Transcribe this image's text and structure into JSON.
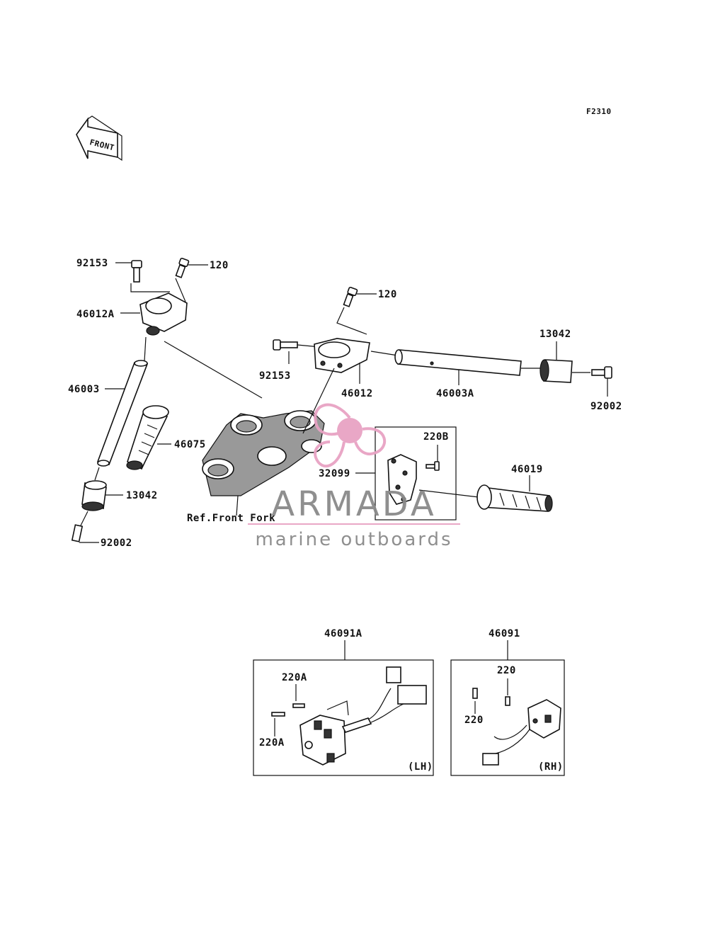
{
  "figure_code": "F2310",
  "front_arrow": "FRONT",
  "labels": {
    "l92153a": "92153",
    "l120a": "120",
    "l46012A": "46012A",
    "l120b": "120",
    "l46003": "46003",
    "l46075": "46075",
    "l13042a": "13042",
    "l92002a": "92002",
    "refFrontFork": "Ref.Front Fork",
    "l92153b": "92153",
    "l46012": "46012",
    "l46003A": "46003A",
    "l13042b": "13042",
    "l92002b": "92002",
    "l220B": "220B",
    "l32099": "32099",
    "l46019": "46019",
    "l46091A": "46091A",
    "l46091": "46091",
    "l220A_1": "220A",
    "l220A_2": "220A",
    "l220_1": "220",
    "l220_2": "220",
    "lh": "(LH)",
    "rh": "(RH)"
  },
  "watermark": {
    "brand": "ARMADA",
    "tagline": "marine outboards",
    "accent_color": "#e8a3c4",
    "text_color": "#8a8a8a"
  }
}
